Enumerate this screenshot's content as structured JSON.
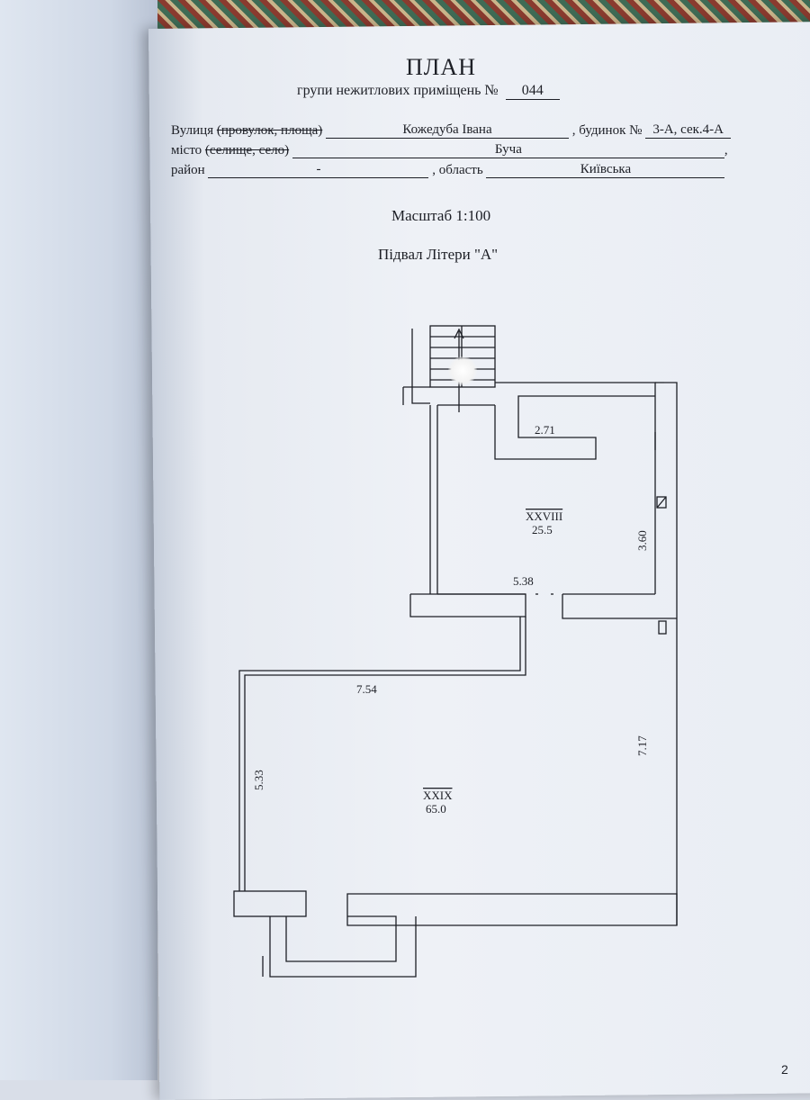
{
  "header": {
    "title": "ПЛАН",
    "subtitle_prefix": "групи нежитлових приміщень №",
    "number": "044"
  },
  "address": {
    "street_label": "Вулиця",
    "street_struck": "(провулок, площа)",
    "street_value": "Кожедуба Івана",
    "building_label": ", будинок №",
    "building_value": "3-А, сек.4-А",
    "city_label": "місто",
    "city_struck": "(селище, село)",
    "city_value": "Буча",
    "city_end": ",",
    "district_label": "район",
    "district_value": "-",
    "region_label": ", область",
    "region_value": "Київська"
  },
  "scale": "Масштаб 1:100",
  "floor_label": "Підвал Літери \"А\"",
  "rooms": [
    {
      "name": "XXVIII",
      "area": "25.5"
    },
    {
      "name": "XXIX",
      "area": "65.0"
    }
  ],
  "dimensions": {
    "d1": "2.71",
    "d2": "3.60",
    "d3": "5.38",
    "d4": "7.54",
    "d5": "7.17",
    "d6": "5.33"
  },
  "page_number": "2"
}
